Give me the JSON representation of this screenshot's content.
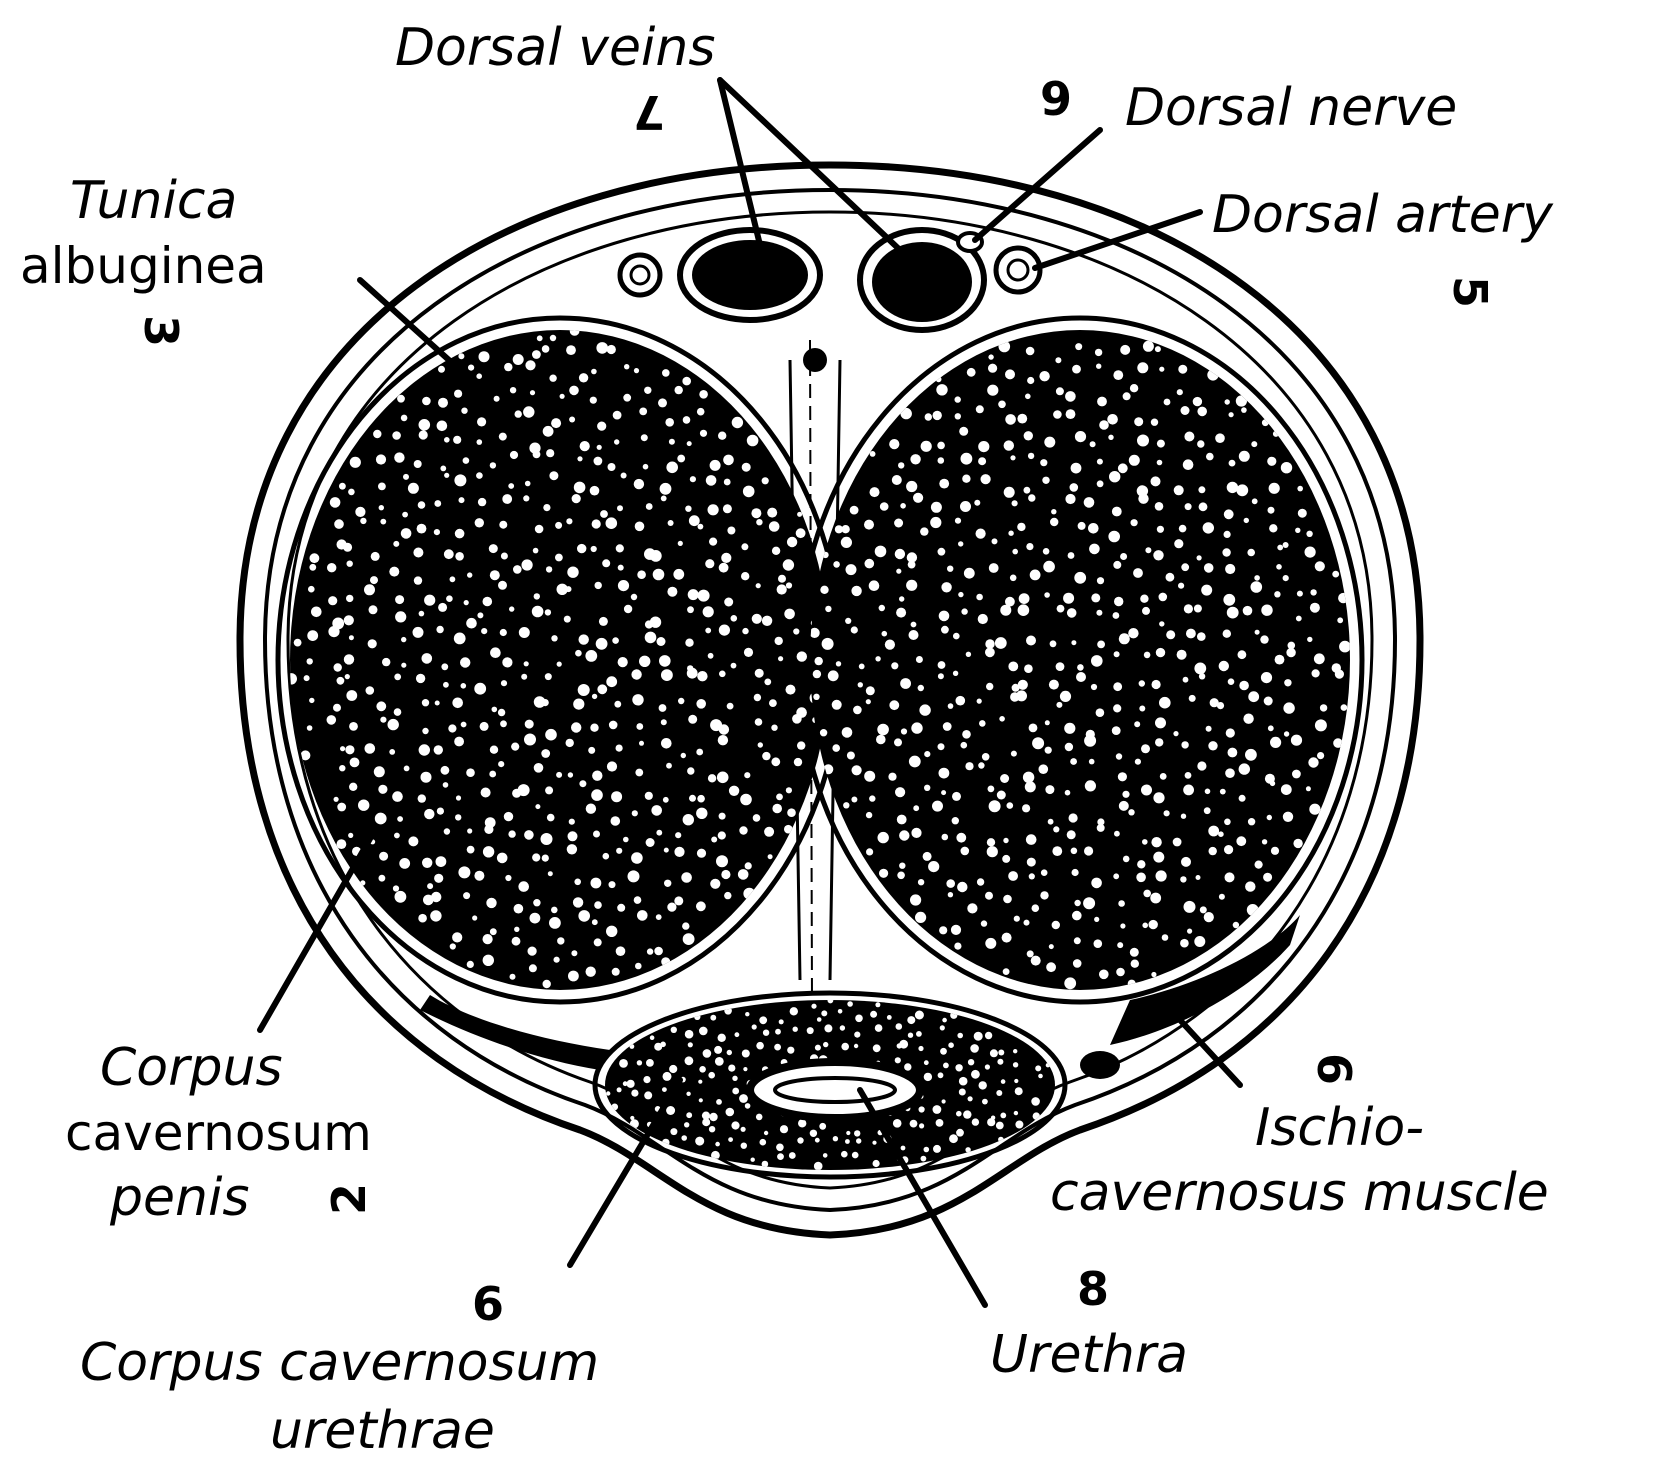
{
  "labels": {
    "dorsal_veins": "Dorsal veins",
    "dorsal_nerve": "Dorsal nerve",
    "dorsal_artery": "Dorsal artery",
    "tunica_line1": "Tunica",
    "tunica_line2": "albuginea",
    "cc_penis_line1": "Corpus",
    "cc_penis_line2": "cavernosum",
    "cc_penis_line3": "penis",
    "ischio_line1": "Ischio-",
    "ischio_line2": "cavernosus muscle",
    "cc_urethrae_line1": "Corpus cavernosum",
    "cc_urethrae_line2": "urethrae",
    "urethra": "Urethra"
  },
  "numbers": {
    "n_dorsal_veins": "7",
    "n_dorsal_nerve": "9",
    "n_dorsal_artery": "5",
    "n_tunica": "3",
    "n_cc_penis": "2",
    "n_ischio": "6",
    "n_cc_urethrae": "6",
    "n_urethra": "8"
  },
  "colors": {
    "ink": "#000000",
    "paper": "#ffffff"
  }
}
